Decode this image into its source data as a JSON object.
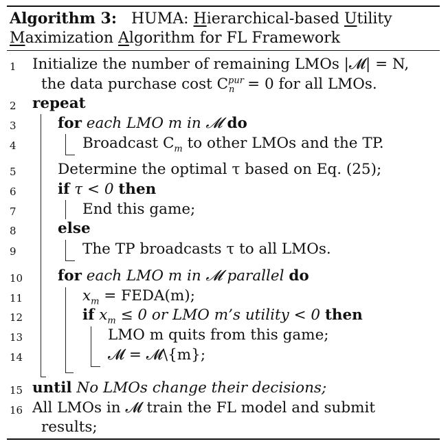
{
  "caption": {
    "label": "Algorithm 3:",
    "title_parts": [
      "HUMA: ",
      "H",
      "ierarchical-based ",
      "U",
      "tility"
    ],
    "title_line2_parts": [
      "M",
      "aximization ",
      "A",
      "lgorithm for FL Framework"
    ]
  },
  "lines": [
    {
      "num": "1",
      "text": "Initialize the number of remaining LMOs |𝓜| = N,"
    },
    {
      "num": "",
      "text": "the data purchase cost C"
    },
    {
      "num": "2",
      "kw": "repeat"
    },
    {
      "num": "3",
      "kw": "for",
      "it": "each LMO m in 𝓜",
      "kw2": "do"
    },
    {
      "num": "4",
      "text": "Broadcast C",
      "sub": "m",
      "tail": " to other LMOs and the TP."
    },
    {
      "num": "5",
      "text": "Determine the optimal τ based on Eq. (25);"
    },
    {
      "num": "6",
      "kw": "if",
      "text": "τ < 0",
      "kw2": "then"
    },
    {
      "num": "7",
      "text": "End this game;"
    },
    {
      "num": "8",
      "kw": "else"
    },
    {
      "num": "9",
      "text": "The TP broadcasts τ to all LMOs."
    },
    {
      "num": "10",
      "kw": "for",
      "it": "each LMO m in 𝓜 parallel",
      "kw2": "do"
    },
    {
      "num": "11",
      "text": "x",
      "sub": "m",
      "tail": " = FEDA(m);"
    },
    {
      "num": "12",
      "kw": "if",
      "text": "x",
      "sub": "m",
      "it": " ≤ 0 or LMO m’s utility < 0",
      "kw2": "then"
    },
    {
      "num": "13",
      "text": "LMO m quits from this game;"
    },
    {
      "num": "14",
      "text": "𝓜 = 𝓜\\{m};"
    },
    {
      "num": "15",
      "kw": "until",
      "it": "No LMOs change their decisions;"
    },
    {
      "num": "16",
      "text": "All LMOs in 𝓜 train the FL model and submit"
    },
    {
      "num": "",
      "text": "results;"
    }
  ],
  "line2_tail": {
    "sup": "pur",
    "sub": "n",
    "text": " = 0 for all LMOs."
  }
}
